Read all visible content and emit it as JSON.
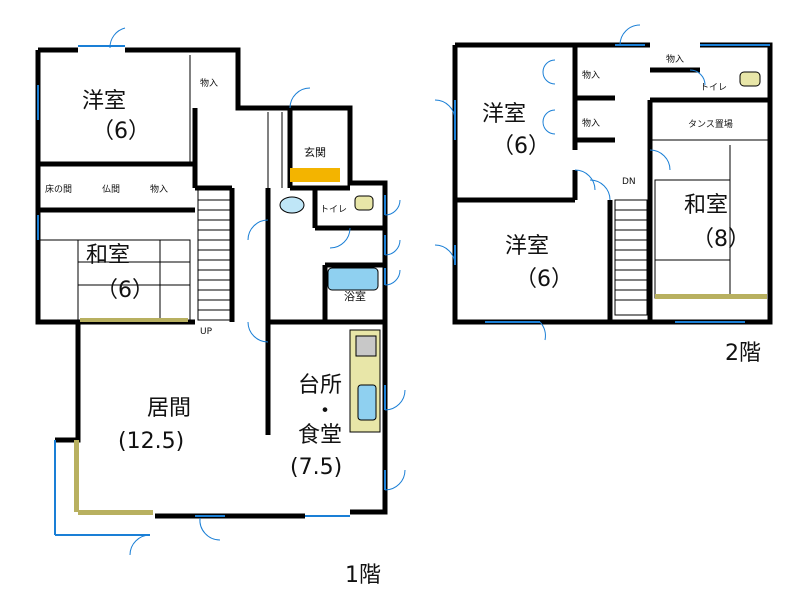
{
  "floors": [
    {
      "label": "1階",
      "rooms": [
        {
          "name": "洋室",
          "size": "（6）"
        },
        {
          "name": "物入"
        },
        {
          "name": "玄関"
        },
        {
          "name": "床の間"
        },
        {
          "name": "仏間"
        },
        {
          "name": "物入"
        },
        {
          "name": "トイレ"
        },
        {
          "name": "和室",
          "size": "（6）"
        },
        {
          "name": "浴室"
        },
        {
          "name": "UP"
        },
        {
          "name": "居間",
          "size": "(12.5)"
        },
        {
          "name": "台所",
          "dot": "・",
          "name2": "食堂",
          "size": "(7.5)"
        }
      ]
    },
    {
      "label": "2階",
      "rooms": [
        {
          "name": "物入"
        },
        {
          "name": "物入"
        },
        {
          "name": "トイレ"
        },
        {
          "name": "物入"
        },
        {
          "name": "洋室",
          "size": "（6）"
        },
        {
          "name": "タンス置場"
        },
        {
          "name": "DN"
        },
        {
          "name": "和室",
          "size": "（8）"
        },
        {
          "name": "洋室",
          "size": "（6）"
        }
      ]
    }
  ],
  "colors": {
    "wall": "#000000",
    "window": "#1a7fd6",
    "tatami_edge": "#b8b060",
    "fixture": "#e8e6a8",
    "entrance": "#f3b400",
    "bath": "#8fd0f0"
  }
}
